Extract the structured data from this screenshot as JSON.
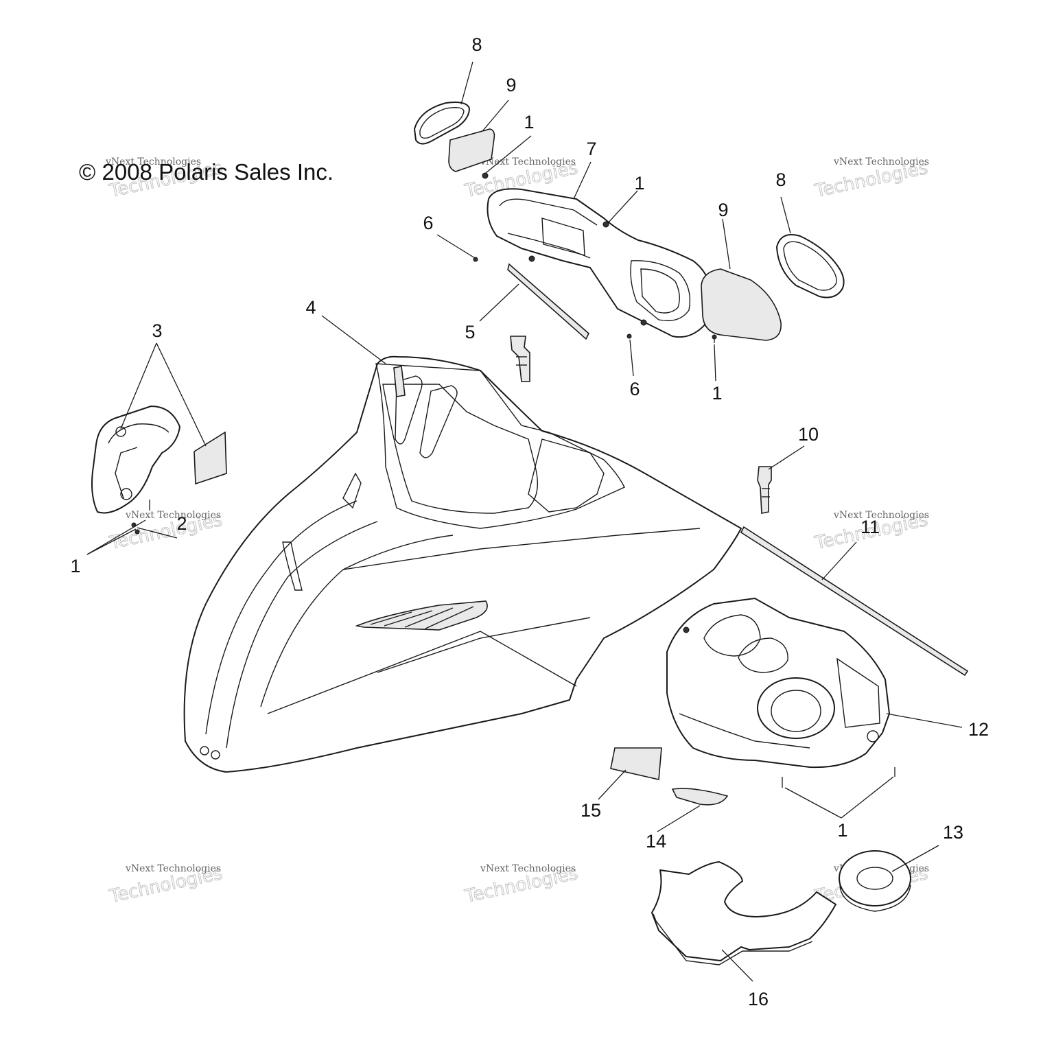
{
  "copyright": "© 2008 Polaris Sales Inc.",
  "watermark": {
    "vnext": "vNext",
    "line": "vNext Technologies",
    "big": "Technologies"
  },
  "callouts": {
    "c8a": "8",
    "c9a": "9",
    "c1a": "1",
    "c7": "7",
    "c1b": "1",
    "c6a": "6",
    "c9b": "9",
    "c8b": "8",
    "c3": "3",
    "c4": "4",
    "c5": "5",
    "c6b": "6",
    "c1c": "1",
    "c10": "10",
    "c1d": "1",
    "c2": "2",
    "c11": "11",
    "c12": "12",
    "c15": "15",
    "c14": "14",
    "c1e": "1",
    "c13": "13",
    "c16": "16"
  }
}
